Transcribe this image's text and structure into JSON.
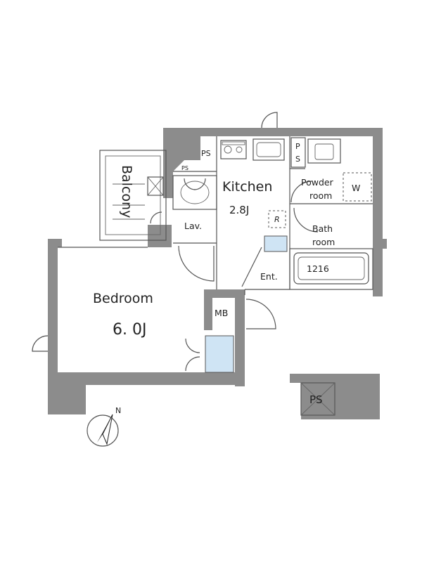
{
  "rooms": {
    "bedroom": {
      "name": "Bedroom",
      "size": "6. 0J"
    },
    "kitchen": {
      "name": "Kitchen",
      "size": "2.8J"
    },
    "balcony": "Balcony",
    "lavatory": "Lav.",
    "powder_room": [
      "Powder",
      "room"
    ],
    "bath_room": [
      "Bath",
      "room"
    ],
    "bath_size": "1216",
    "entrance": "Ent.",
    "meter_box": "MB",
    "washer": "W",
    "refrigerator": "R"
  },
  "pipe_space": {
    "large": "PS",
    "small": "PS",
    "vertical": [
      "P",
      "S"
    ],
    "shaft": "PS"
  },
  "compass": {
    "north": "N"
  },
  "colors": {
    "wall": "#8c8c8c",
    "fixture_fill": "#cfe4f4",
    "line": "#555555"
  }
}
